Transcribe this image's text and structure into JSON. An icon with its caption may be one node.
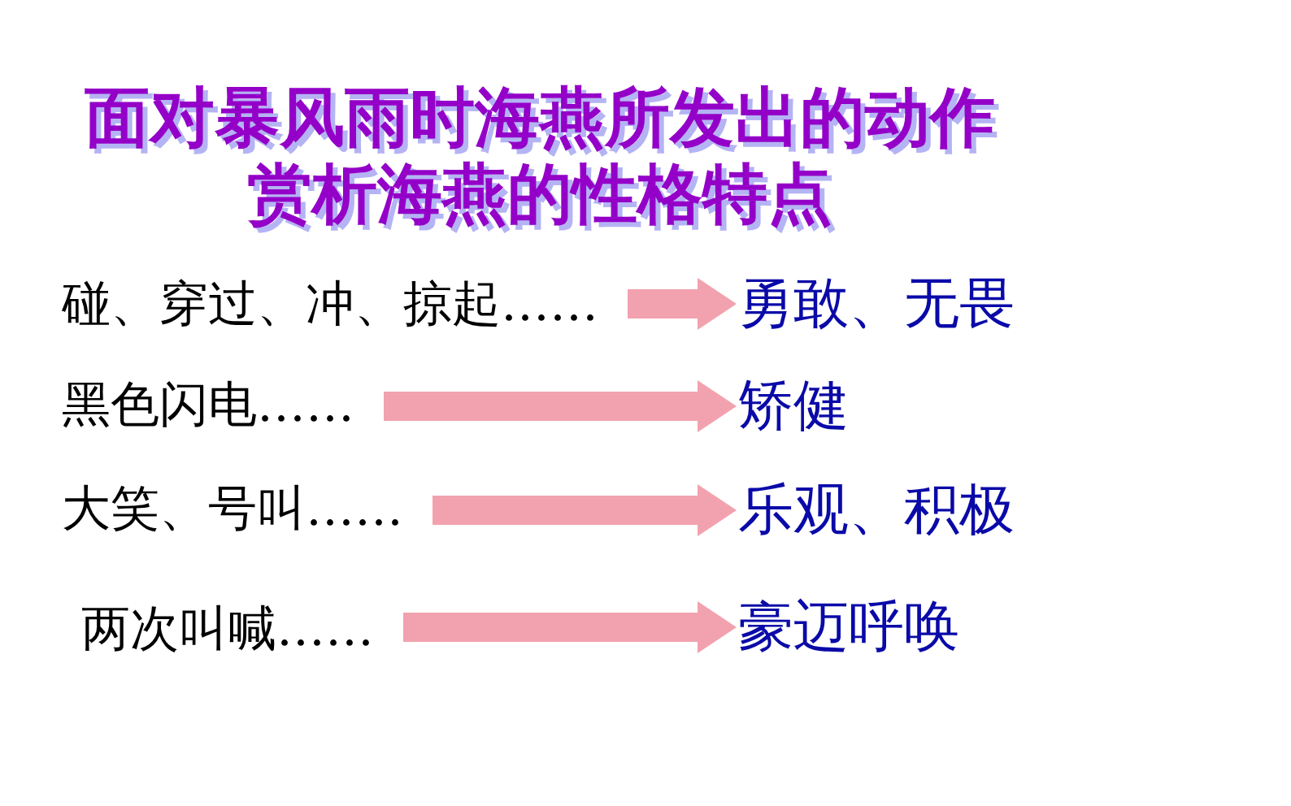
{
  "diagram": {
    "title": "面对暴风雨时海燕所发出的动作赏析海燕的性格特点",
    "nodes": [
      {
        "text": [
          "碰、穿过、冲、掠起……"
        ]
      },
      {
        "text": [
          "勇敢、无畏"
        ]
      },
      {
        "text": [
          "黑色闪电……"
        ]
      },
      {
        "text": [
          "矫健"
        ]
      },
      {
        "text": [
          "大笑、号叫……"
        ]
      },
      {
        "text": [
          "乐观、积极"
        ]
      },
      {
        "text": [
          "两次叫喊……"
        ]
      },
      {
        "text": [
          "豪迈呼唤"
        ]
      }
    ],
    "edges": [
      {
        "from": 0,
        "to": 1,
        "arrow": "to"
      },
      {
        "from": 2,
        "to": 3,
        "arrow": "to"
      },
      {
        "from": 4,
        "to": 5,
        "arrow": "to"
      },
      {
        "from": 6,
        "to": 7,
        "arrow": "to"
      }
    ]
  }
}
